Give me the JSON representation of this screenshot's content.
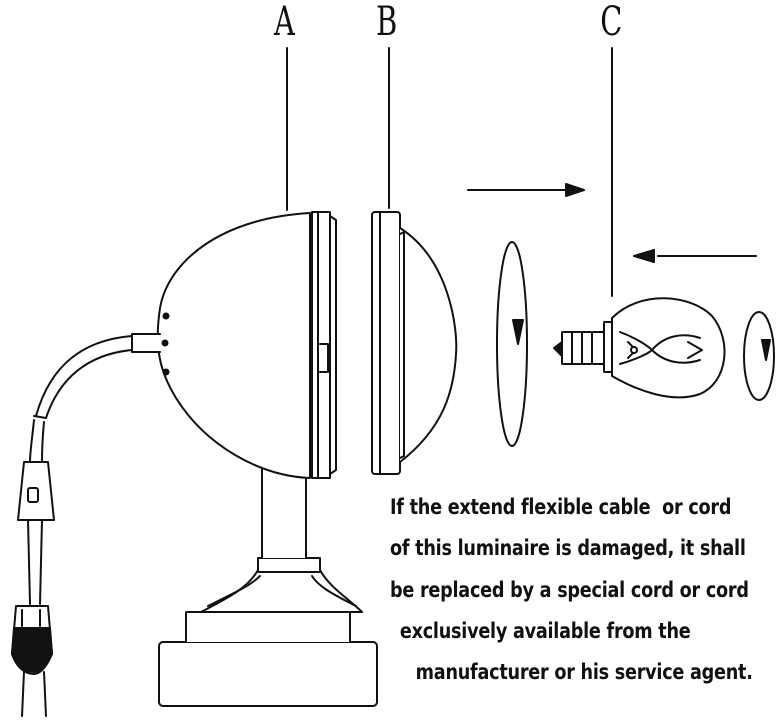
{
  "labels": {
    "part_a": "A",
    "part_b": "B",
    "part_c": "C"
  },
  "note": {
    "lines": [
      "If the extend flexible cable  or cord",
      "of this luminaire is damaged, it shall",
      "be replaced by a special cord or cord",
      " exclusively available from the",
      "   manufacturer or his service agent."
    ]
  },
  "colors": {
    "stroke": "#111111",
    "background": "#ffffff"
  }
}
